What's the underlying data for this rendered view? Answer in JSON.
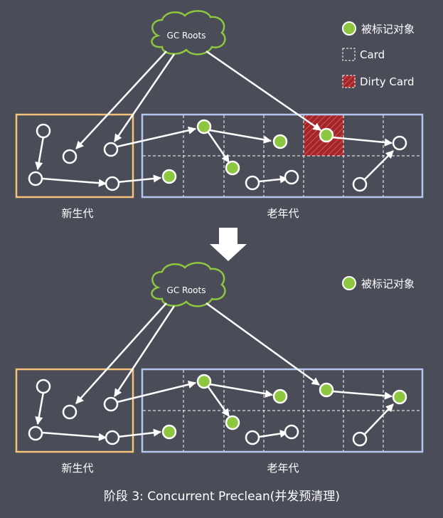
{
  "top_panel": {
    "gc_roots_label": "GC Roots",
    "legend": {
      "marked_object": "被标记对象",
      "card": "Card",
      "dirty_card": "Dirty Card"
    },
    "young_gen_label": "新生代",
    "old_gen_label": "老年代"
  },
  "bottom_panel": {
    "gc_roots_label": "GC Roots",
    "legend": {
      "marked_object": "被标记对象"
    },
    "young_gen_label": "新生代",
    "old_gen_label": "老年代"
  },
  "caption": "阶段 3: Concurrent Preclean(并发预清理)",
  "colors": {
    "background": "#4a4d57",
    "marked_fill": "#8dc63f",
    "young_gen_border": "#f5c27a",
    "old_gen_border": "#b4c6f0",
    "dirty_card": "#a3262a",
    "cloud_stroke": "#8dc63f"
  },
  "icons": {
    "arrow_down": "down-arrow-icon",
    "cloud": "cloud-icon"
  }
}
